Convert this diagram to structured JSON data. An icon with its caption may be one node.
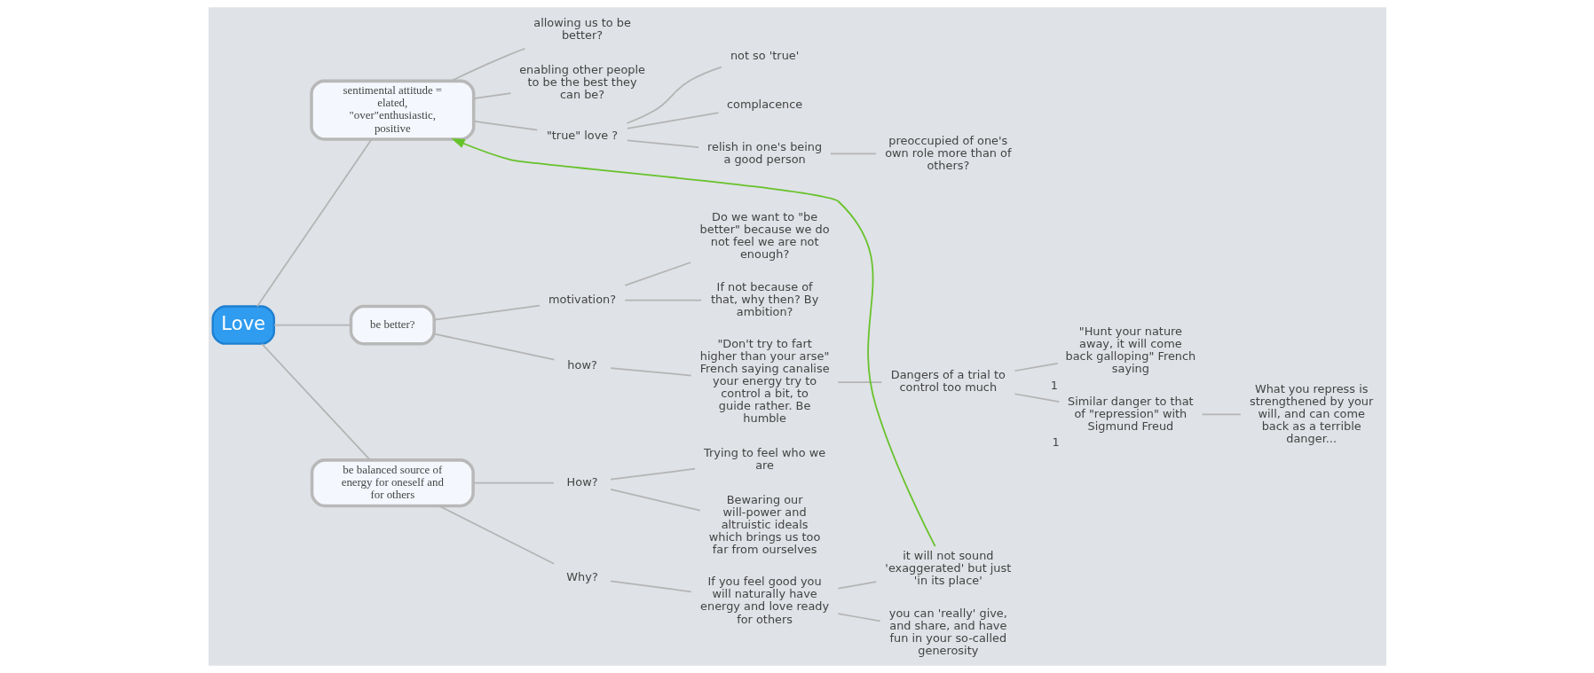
{
  "diagram": {
    "nodes": [
      {
        "text": [
          "Love"
        ]
      },
      {
        "text": [
          "sentimental attitude = elated, \"over\"enthusiastic, positive"
        ]
      },
      {
        "text": [
          "allowing us to be better?"
        ]
      },
      {
        "text": [
          "enabling other people to be the best they can be?"
        ]
      },
      {
        "text": [
          "\"true\" love ?"
        ]
      },
      {
        "text": [
          "not so 'true'"
        ]
      },
      {
        "text": [
          "complacence"
        ]
      },
      {
        "text": [
          "relish in one's being a good person"
        ]
      },
      {
        "text": [
          "preoccupied of one's own role more than of others?"
        ]
      },
      {
        "text": [
          "be better?"
        ]
      },
      {
        "text": [
          "motivation?"
        ]
      },
      {
        "text": [
          "Do we want to \"be better\" because we do not feel we are not enough?"
        ]
      },
      {
        "text": [
          "If not because of that, why then? By ambition?"
        ]
      },
      {
        "text": [
          "how?"
        ]
      },
      {
        "text": [
          "\"Don't try to fart higher than your arse\" French saying canalise your energy try to control a bit, to guide rather. Be humble"
        ]
      },
      {
        "text": [
          "Dangers of a trial to control too much"
        ]
      },
      {
        "text": [
          "\"Hunt your nature away, it will come back galloping\" French saying"
        ],
        "beside": [
          "1"
        ]
      },
      {
        "text": [
          "Similar danger to that of \"repression\" with Sigmund Freud"
        ],
        "beside": [
          "1"
        ]
      },
      {
        "text": [
          "What you repress is strengthened by your will, and can come back as a terrible danger..."
        ]
      },
      {
        "text": [
          "be balanced source of energy for oneself and for others"
        ]
      },
      {
        "text": [
          "How?"
        ]
      },
      {
        "text": [
          "Trying to feel who we are"
        ]
      },
      {
        "text": [
          "Bewaring our will-power and altruistic ideals which brings us too far from ourselves"
        ]
      },
      {
        "text": [
          "Why?"
        ]
      },
      {
        "text": [
          "If you feel good you will naturally have energy and love ready for others"
        ]
      },
      {
        "text": [
          "you can 'really' give, and share, and have fun in your so-called generosity"
        ]
      },
      {
        "text": [
          "it will not sound 'exaggerated' but just 'in its place'"
        ]
      }
    ],
    "edges": [
      {
        "from": 0,
        "to": 1,
        "arrow": "none"
      },
      {
        "from": 1,
        "to": 2,
        "arrow": "none"
      },
      {
        "from": 1,
        "to": 3,
        "arrow": "none"
      },
      {
        "from": 1,
        "to": 4,
        "arrow": "none"
      },
      {
        "from": 4,
        "to": 5,
        "arrow": "none"
      },
      {
        "from": 4,
        "to": 6,
        "arrow": "none"
      },
      {
        "from": 4,
        "to": 7,
        "arrow": "none"
      },
      {
        "from": 7,
        "to": 8,
        "arrow": "none"
      },
      {
        "from": 0,
        "to": 9,
        "arrow": "none"
      },
      {
        "from": 9,
        "to": 10,
        "arrow": "none"
      },
      {
        "from": 10,
        "to": 11,
        "arrow": "none"
      },
      {
        "from": 10,
        "to": 12,
        "arrow": "none"
      },
      {
        "from": 9,
        "to": 13,
        "arrow": "none"
      },
      {
        "from": 13,
        "to": 14,
        "arrow": "none"
      },
      {
        "from": 14,
        "to": 15,
        "arrow": "none"
      },
      {
        "from": 15,
        "to": 16,
        "arrow": "none"
      },
      {
        "from": 15,
        "to": 17,
        "arrow": "none"
      },
      {
        "from": 17,
        "to": 18,
        "arrow": "none"
      },
      {
        "from": 0,
        "to": 19,
        "arrow": "none"
      },
      {
        "from": 19,
        "to": 20,
        "arrow": "none"
      },
      {
        "from": 20,
        "to": 21,
        "arrow": "none"
      },
      {
        "from": 20,
        "to": 22,
        "arrow": "none"
      },
      {
        "from": 19,
        "to": 23,
        "arrow": "none"
      },
      {
        "from": 23,
        "to": 24,
        "arrow": "none"
      },
      {
        "from": 24,
        "to": 25,
        "arrow": "none"
      },
      {
        "from": 24,
        "to": 26,
        "arrow": "none"
      },
      {
        "from": 26,
        "to": 1,
        "arrow": "to",
        "color": "#66c22a"
      }
    ]
  }
}
